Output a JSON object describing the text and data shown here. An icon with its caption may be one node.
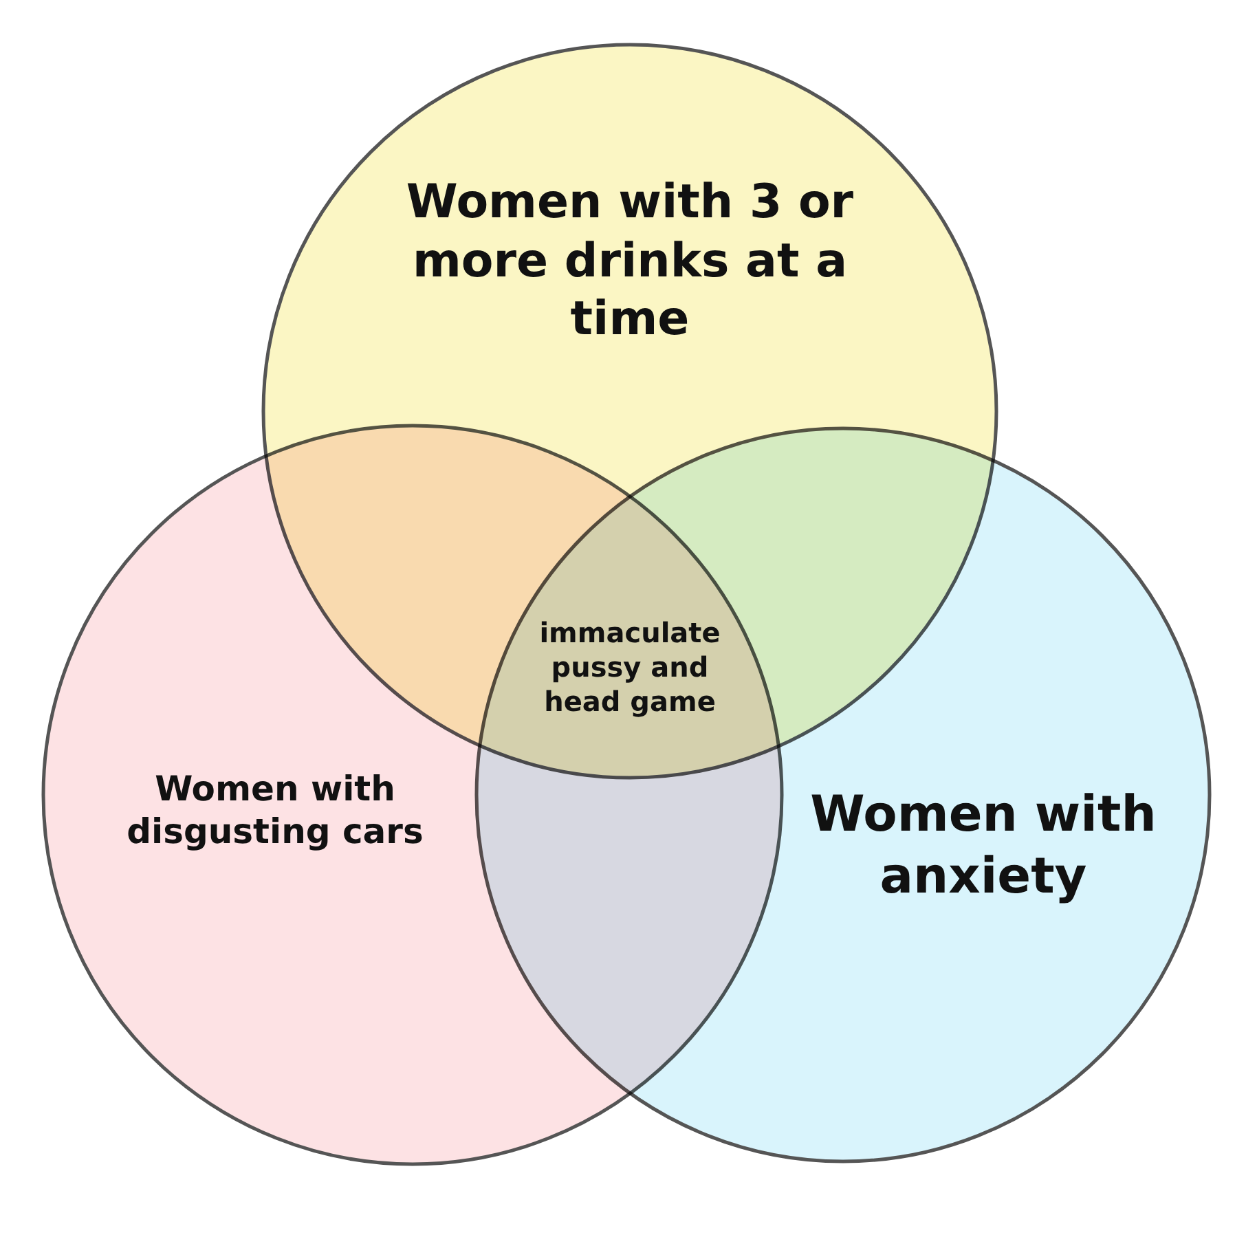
{
  "diagram": {
    "nodes": [
      {
        "text": [
          "Women with 3 or more drinks at a time"
        ]
      },
      {
        "text": [
          "Women with disgusting cars"
        ]
      },
      {
        "text": [
          "Women with anxiety"
        ]
      }
    ],
    "edges": [],
    "labels": [
      "immaculate pussy and head game"
    ]
  }
}
